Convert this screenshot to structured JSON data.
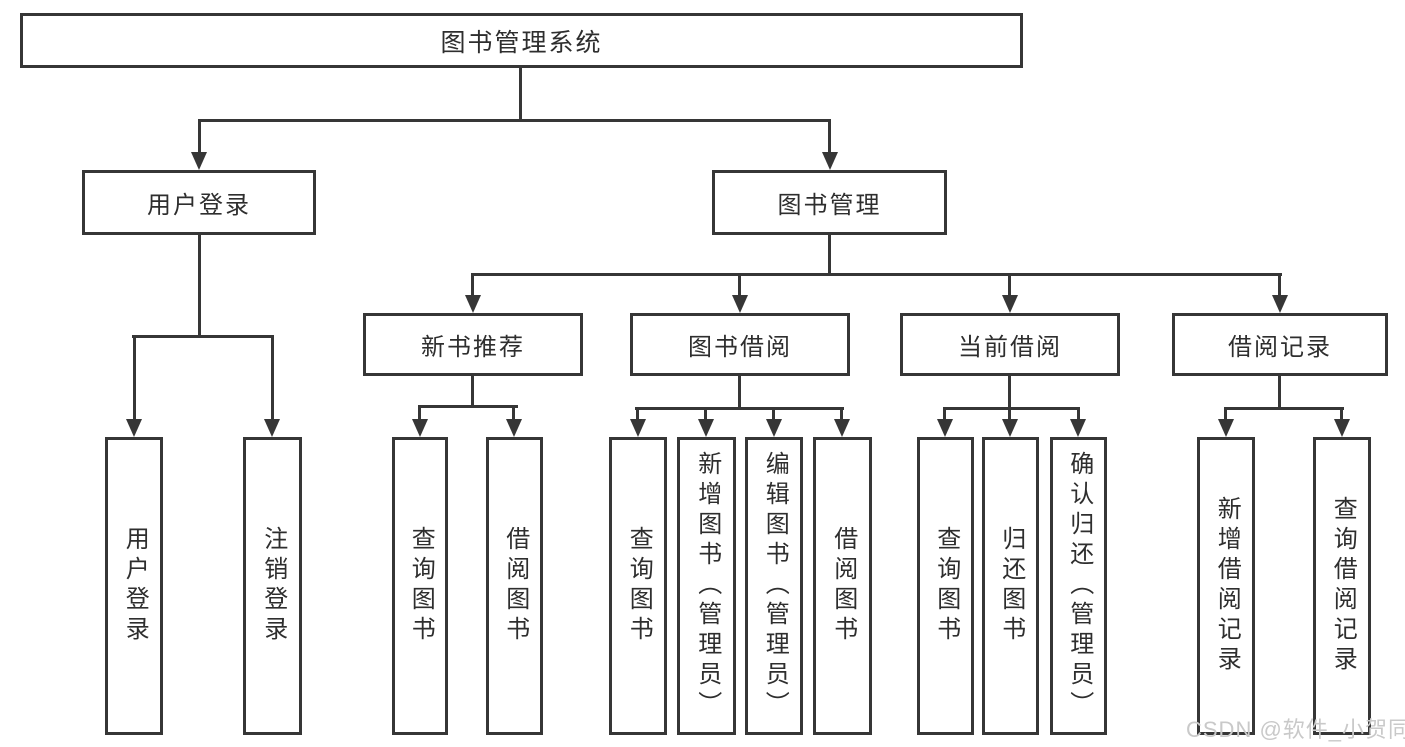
{
  "diagram_type": "hierarchy-tree",
  "tree": {
    "root": {
      "label": "图书管理系统"
    },
    "user_login": {
      "label": "用户登录",
      "children": [
        {
          "label": "用户登录"
        },
        {
          "label": "注销登录"
        }
      ]
    },
    "book_management": {
      "label": "图书管理",
      "groups": [
        {
          "label": "新书推荐",
          "children": [
            {
              "label": "查询图书"
            },
            {
              "label": "借阅图书"
            }
          ]
        },
        {
          "label": "图书借阅",
          "children": [
            {
              "label": "查询图书"
            },
            {
              "label": "新增图书（管理员）"
            },
            {
              "label": "编辑图书（管理员）"
            },
            {
              "label": "借阅图书"
            }
          ]
        },
        {
          "label": "当前借阅",
          "children": [
            {
              "label": "查询图书"
            },
            {
              "label": "归还图书"
            },
            {
              "label": "确认归还（管理员）"
            }
          ]
        },
        {
          "label": "借阅记录",
          "children": [
            {
              "label": "新增借阅记录"
            },
            {
              "label": "查询借阅记录"
            }
          ]
        }
      ]
    }
  },
  "watermark": "CSDN @软件_小贺同学",
  "colors": {
    "line": "#363636",
    "text": "#2e2e2e",
    "watermark": "#c9c9c9",
    "background": "#ffffff"
  }
}
